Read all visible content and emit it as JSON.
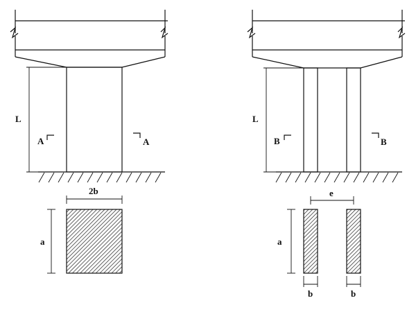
{
  "left_figure": {
    "length_label": "L",
    "section_label_left": "A",
    "section_label_right": "A",
    "width_label": "2b",
    "height_label": "a"
  },
  "right_figure": {
    "length_label": "L",
    "section_label_left": "B",
    "section_label_right": "B",
    "spacing_label": "e",
    "height_label": "a",
    "width_label_left": "b",
    "width_label_right": "b"
  }
}
